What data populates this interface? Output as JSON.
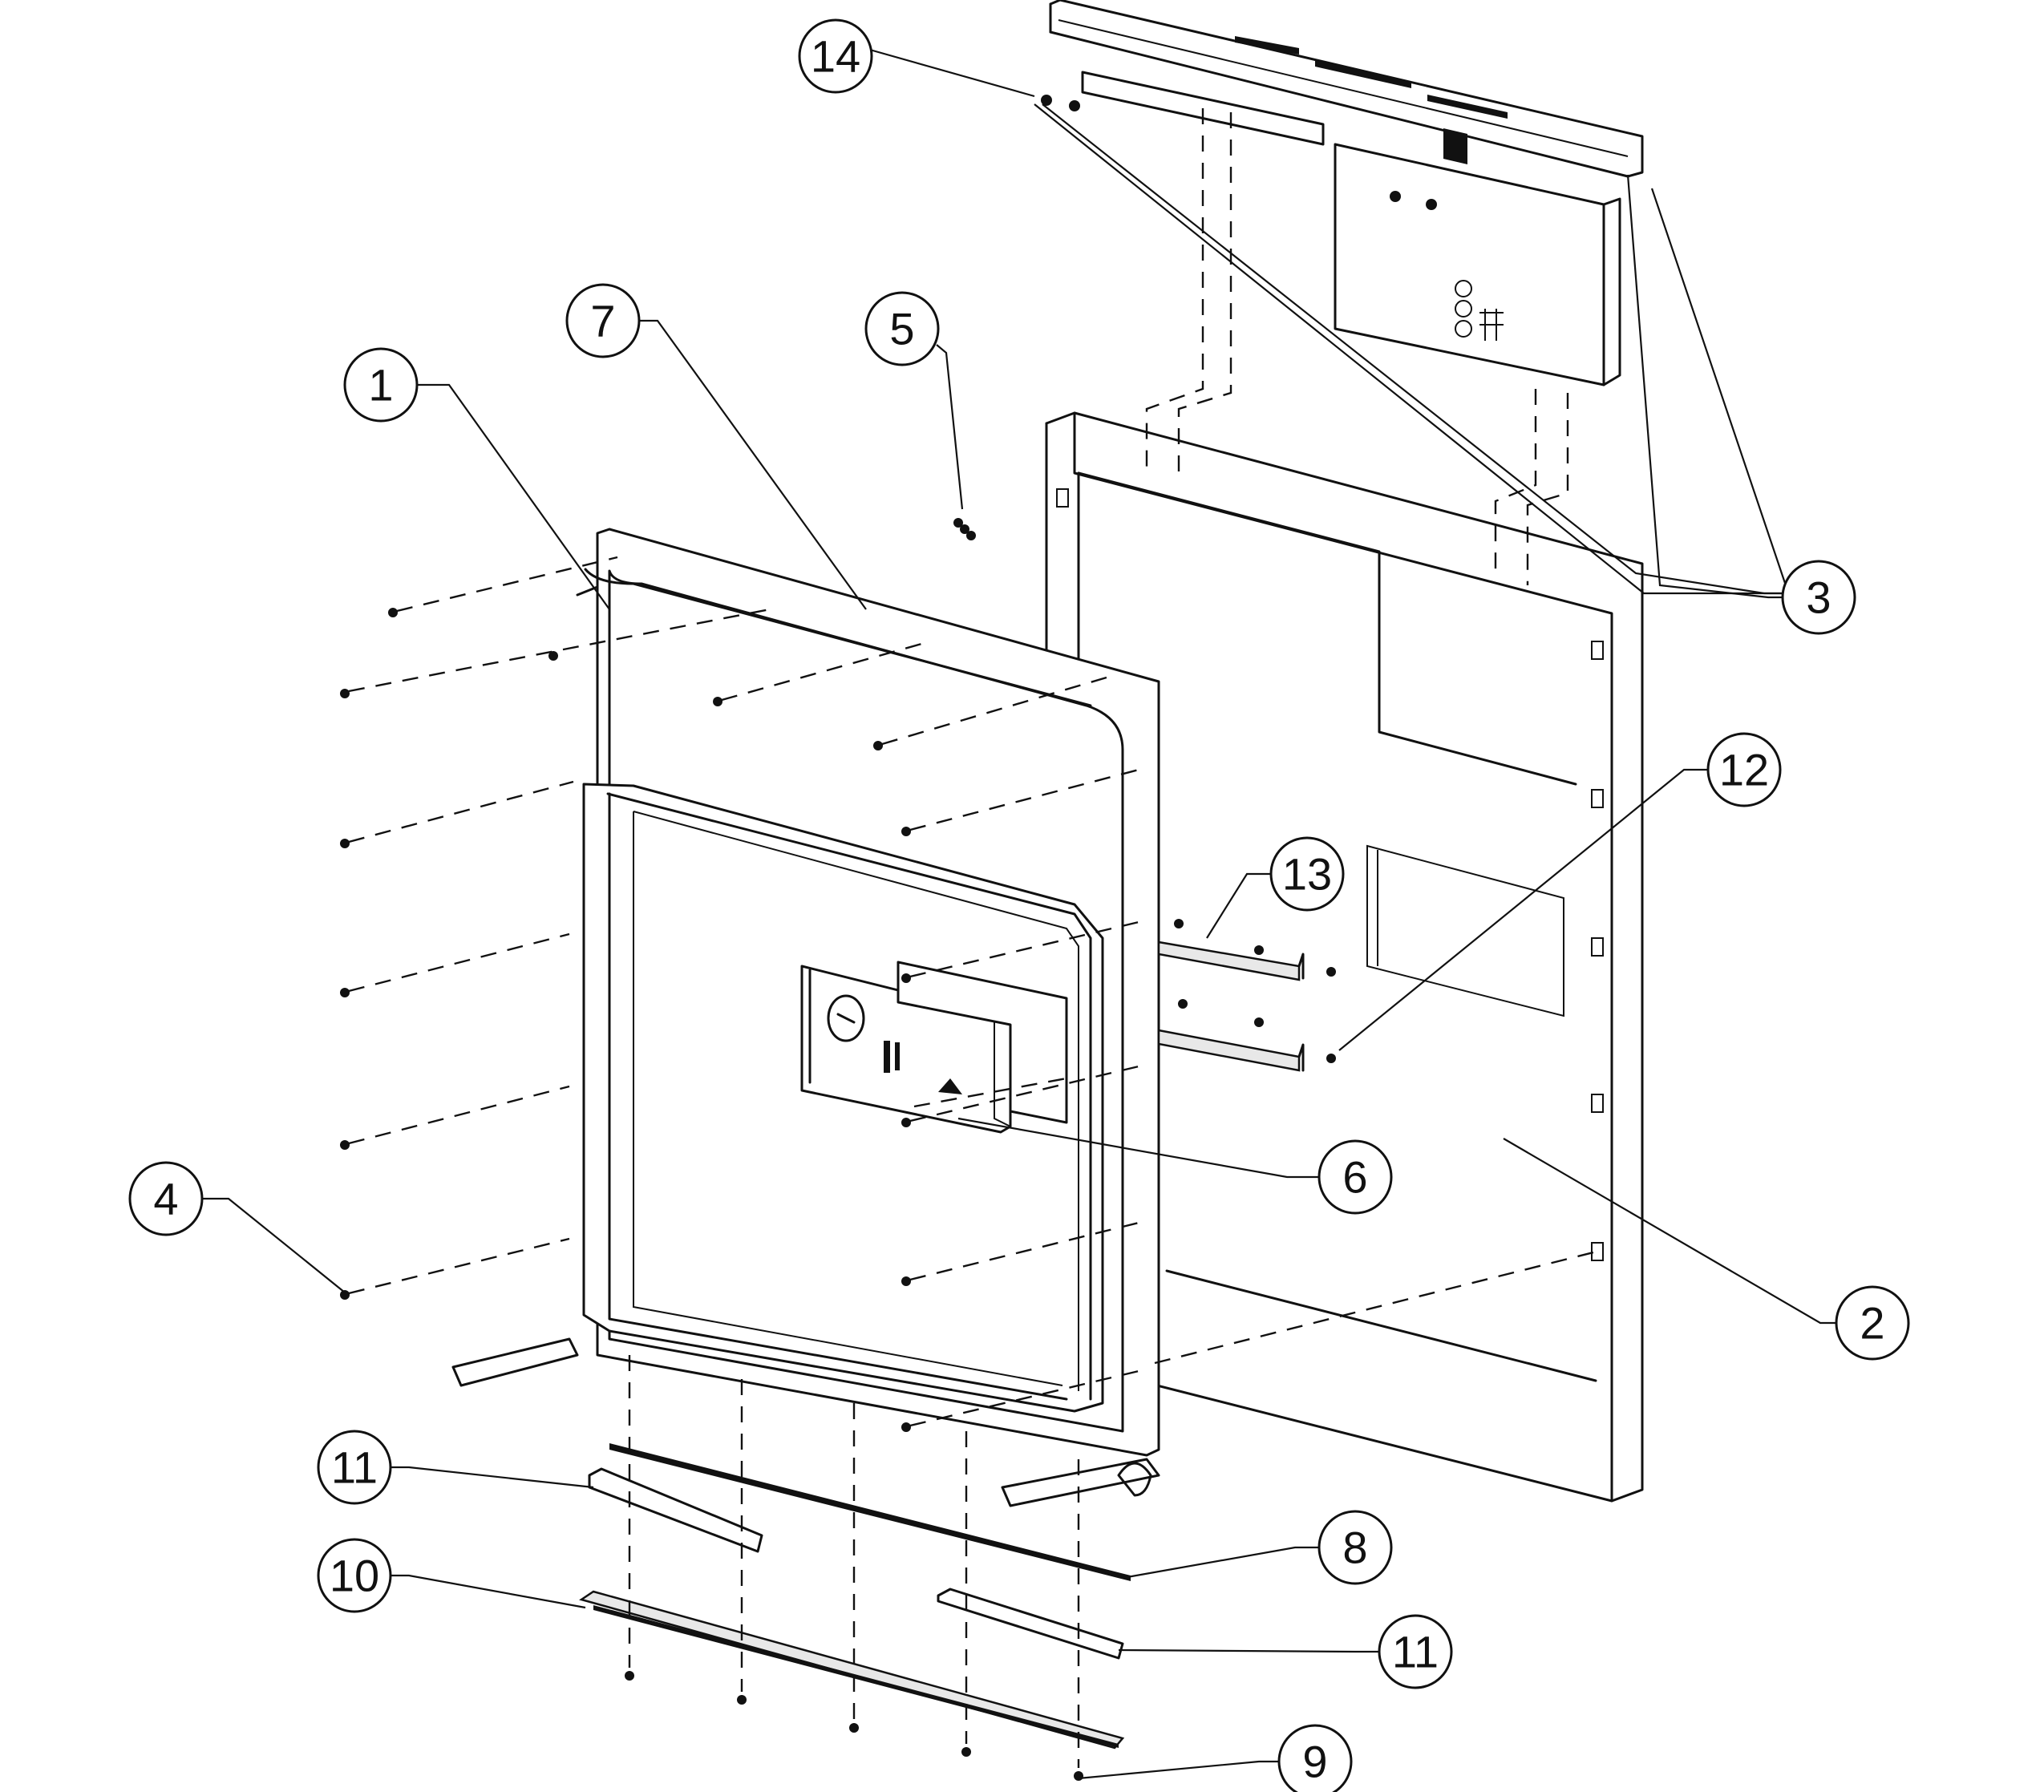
{
  "diagram": {
    "callouts": [
      {
        "id": "1",
        "label": "1"
      },
      {
        "id": "2",
        "label": "2"
      },
      {
        "id": "3",
        "label": "3"
      },
      {
        "id": "4",
        "label": "4"
      },
      {
        "id": "5",
        "label": "5"
      },
      {
        "id": "6",
        "label": "6"
      },
      {
        "id": "7",
        "label": "7"
      },
      {
        "id": "8",
        "label": "8"
      },
      {
        "id": "9",
        "label": "9"
      },
      {
        "id": "10",
        "label": "10"
      },
      {
        "id": "11a",
        "label": "11"
      },
      {
        "id": "11b",
        "label": "11"
      },
      {
        "id": "12",
        "label": "12"
      },
      {
        "id": "13",
        "label": "13"
      },
      {
        "id": "14",
        "label": "14"
      }
    ],
    "line_color": "#111111",
    "background": "#ffffff"
  }
}
